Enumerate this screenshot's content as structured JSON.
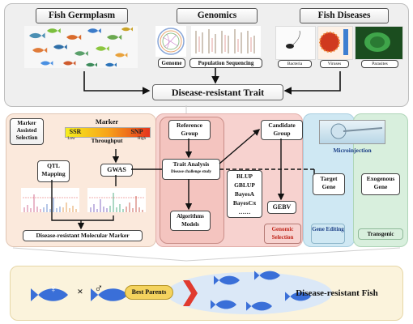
{
  "top": {
    "germplasm_title": "Fish Germplasm",
    "genomics_title": "Genomics",
    "diseases_title": "Fish Diseases",
    "genome_label": "Genome",
    "popseq_label": "Population Sequencing",
    "bacteria_label": "Bacteria",
    "viruses_label": "Viruses",
    "parasites_label": "Parasites",
    "trait_label": "Disease-resistant Trait"
  },
  "mas": {
    "title": "Marker Assisted Selection",
    "marker_label": "Marker",
    "ssr": "SSR",
    "snp": "SNP",
    "low": "Low",
    "high": "High",
    "throughput": "Throughput",
    "qtl": "QTL Mapping",
    "gwas": "GWAS",
    "molecular_marker": "Disease-resistant Molecular Marker"
  },
  "gs": {
    "reference": "Reference Group",
    "trait_analysis": "Trait Analysis",
    "challenge": "Disease challenge study",
    "algorithms": "Algorithms Models",
    "candidate": "Candidate Group",
    "models": [
      "BLUP",
      "GBLUP",
      "BayesA",
      "BayesCπ",
      "……"
    ],
    "gebv": "GEBV",
    "label": "Genomic Selection"
  },
  "ge": {
    "microinjection": "Microinjection",
    "target": "Target Gene",
    "exogenous": "Exogenous Gene",
    "editing": "Gene Editing",
    "transgenic": "Transgenic"
  },
  "bottom": {
    "female": "♀",
    "times": "×",
    "male": "♂",
    "best_parents": "Best Parents",
    "result": "Disease-resistant Fish"
  },
  "colors": {
    "fish_blue": "#3a6fd8",
    "gs_pink": "#f7d2cf",
    "mas_bg": "#fbe9dc",
    "editing_blue": "#cfe8f3",
    "transgenic_green": "#d8efdd",
    "arrow_red": "#e03a2f",
    "best_parents_yellow": "#f4d35e"
  }
}
